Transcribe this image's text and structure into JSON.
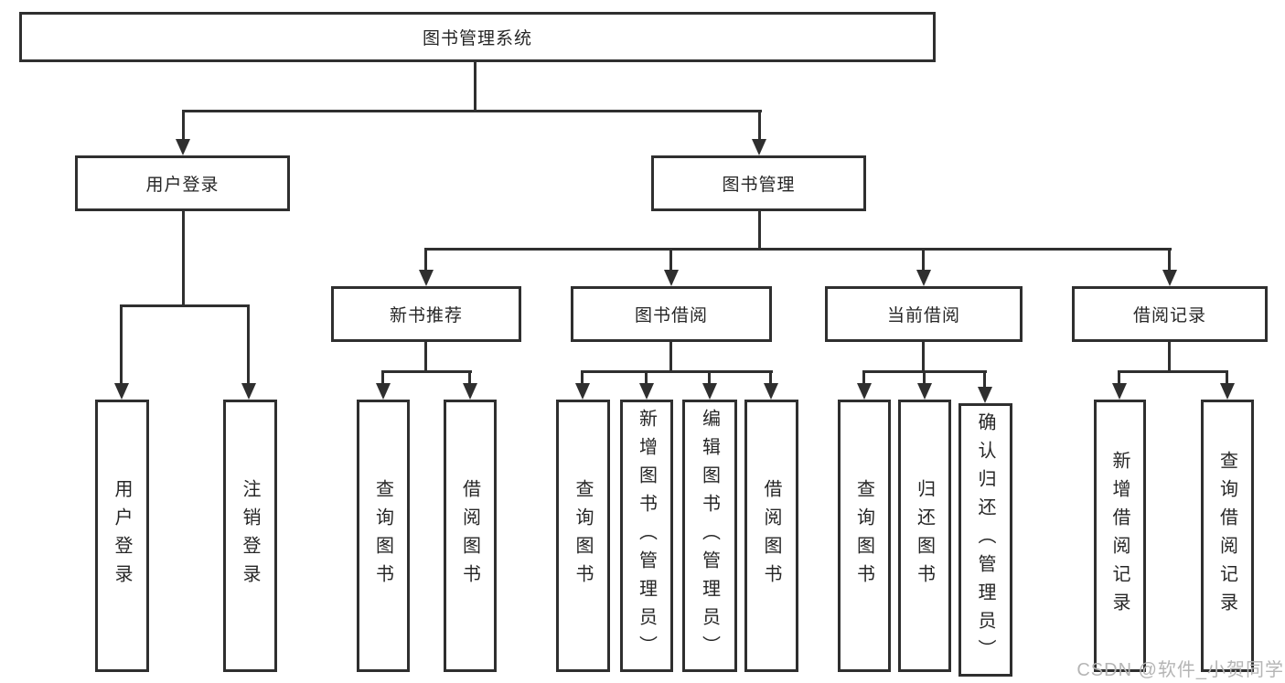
{
  "diagram": {
    "title": "图书管理系统",
    "tree": {
      "root": "图书管理系统",
      "user_login": {
        "label": "用户登录",
        "children": [
          "用户登录",
          "注销登录"
        ]
      },
      "book_mgmt": {
        "label": "图书管理",
        "sections": [
          {
            "label": "新书推荐",
            "children": [
              "查询图书",
              "借阅图书"
            ]
          },
          {
            "label": "图书借阅",
            "children": [
              "查询图书",
              "新增图书（管理员）",
              "编辑图书（管理员）",
              "借阅图书"
            ]
          },
          {
            "label": "当前借阅",
            "children": [
              "查询图书",
              "归还图书",
              "确认归还（管理员）"
            ]
          },
          {
            "label": "借阅记录",
            "children": [
              "新增借阅记录",
              "查询借阅记录"
            ]
          }
        ]
      }
    },
    "watermark": "CSDN @软件_小贺同学",
    "colors": {
      "line": "#2f2f2f",
      "text": "#262626",
      "node_background": "#ffffff",
      "watermark": "#b5b5b5",
      "page_background": "#ffffff"
    }
  }
}
